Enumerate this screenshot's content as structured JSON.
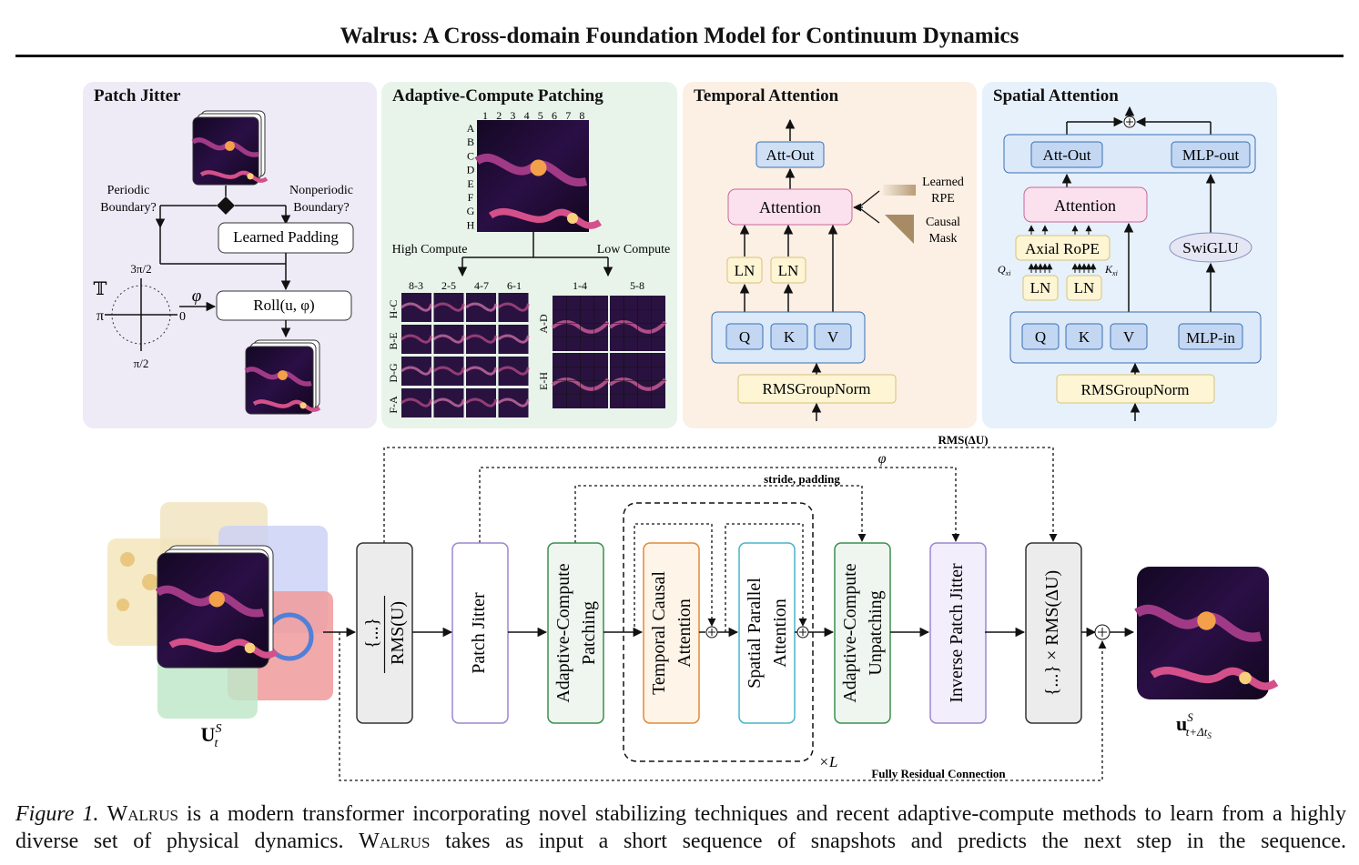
{
  "title": "Walrus: A Cross-domain Foundation Model for Continuum Dynamics",
  "colors": {
    "patch_jitter_bg": "#eeebf7",
    "adaptive_bg": "#e8f4ea",
    "temporal_bg": "#fcefe3",
    "spatial_bg": "#e7f1fb",
    "field_dark": "#1a0a2e",
    "field_hot": "#f08a3c"
  },
  "patch_jitter": {
    "title": "Patch Jitter",
    "periodic": [
      "Periodic",
      "Boundary?"
    ],
    "nonperiodic": [
      "Nonperiodic",
      "Boundary?"
    ],
    "learned_padding": "Learned Padding",
    "roll": "Roll(u, φ)",
    "phi": "φ",
    "torus": "𝕋",
    "pi": "π",
    "zero": "0",
    "three_pi_over_2": "3π/2",
    "pi_over_2": "π/2"
  },
  "adaptive": {
    "title": "Adaptive-Compute Patching",
    "col_labels": [
      "1",
      "2",
      "3",
      "4",
      "5",
      "6",
      "7",
      "8"
    ],
    "row_labels": [
      "A",
      "B",
      "C",
      "D",
      "E",
      "F",
      "G",
      "H"
    ],
    "high_compute": "High Compute",
    "low_compute": "Low Compute",
    "high_cols": [
      "8-3",
      "2-5",
      "4-7",
      "6-1"
    ],
    "high_rows": [
      "H-C",
      "B-E",
      "D-G",
      "F-A"
    ],
    "low_cols": [
      "1-4",
      "5-8"
    ],
    "low_rows": [
      "A-D",
      "E-H"
    ]
  },
  "temporal": {
    "title": "Temporal Attention",
    "att_out": "Att-Out",
    "attention": "Attention",
    "ln": "LN",
    "q": "Q",
    "k": "K",
    "v": "V",
    "norm": "RMSGroupNorm",
    "rpe": [
      "Learned",
      "RPE"
    ],
    "mask": [
      "Causal",
      "Mask"
    ]
  },
  "spatial": {
    "title": "Spatial Attention",
    "att_out": "Att-Out",
    "mlp_out": "MLP-out",
    "attention": "Attention",
    "rope": "Axial RoPE",
    "swiglu": "SwiGLU",
    "ln": "LN",
    "q": "Q",
    "k": "K",
    "v": "V",
    "mlp_in": "MLP-in",
    "norm": "RMSGroupNorm",
    "qx": "Q",
    "kx": "K",
    "sub": "xi"
  },
  "pipeline": {
    "input_label": "U",
    "input_sup": "S",
    "input_sub": "t",
    "output_label": "u",
    "output_sup": "S",
    "output_sub": "t+Δt",
    "output_subsub": "S",
    "rms_top": "RMS(ΔU)",
    "phi": "φ",
    "stride": "stride, padding",
    "times_l": "×L",
    "residual": "Fully Residual Connection",
    "blocks": [
      {
        "name": "norm",
        "lines": [
          "{...}",
          "RMS(U)"
        ]
      },
      {
        "name": "patch-jitter",
        "lines": [
          "Patch Jitter"
        ]
      },
      {
        "name": "adaptive-patching",
        "lines": [
          "Adaptive-Compute",
          "Patching"
        ]
      },
      {
        "name": "temporal-attention",
        "lines": [
          "Temporal  Causal",
          "Attention"
        ]
      },
      {
        "name": "spatial-attention",
        "lines": [
          "Spatial Parallel",
          "Attention"
        ]
      },
      {
        "name": "adaptive-unpatching",
        "lines": [
          "Adaptive-Compute",
          "Unpatching"
        ]
      },
      {
        "name": "inverse-jitter",
        "lines": [
          "Inverse Patch Jitter"
        ]
      },
      {
        "name": "denorm",
        "lines": [
          "{...} × RMS(ΔU)"
        ]
      }
    ]
  },
  "caption": {
    "fig_label": "Figure 1.",
    "walrus": "Walrus",
    "part1": "is a modern transformer incorporating novel stabilizing techniques and recent adaptive-compute methods to learn from a highly diverse set of physical dynamics.",
    "part2": "takes as input a short sequence of snapshots and predicts the next step in the sequence."
  }
}
